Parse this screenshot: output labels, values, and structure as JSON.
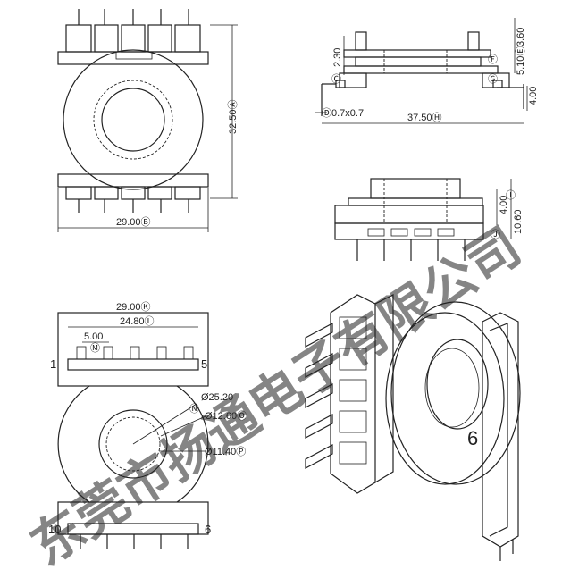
{
  "top_view": {
    "dim_height": "32.50Ⓐ",
    "dim_width": "29.00Ⓑ"
  },
  "side_view": {
    "dim_2_30": "2.30",
    "dim_3_60": "3.60",
    "dim_5_10": "5.10Ⓔ",
    "dim_4_00": "4.00",
    "dim_pin": "Ⓓ0.7x0.7",
    "dim_length": "37.50Ⓗ",
    "label_c": "Ⓒ",
    "label_f": "Ⓕ",
    "label_g": "Ⓖ"
  },
  "front_view": {
    "dim_4_00": "4.00",
    "dim_10_60": "10.60",
    "label_i": "Ⓘ",
    "label_j": "Ⓙ"
  },
  "bottom_view": {
    "dim_29_00": "29.00Ⓚ",
    "dim_24_80": "24.80Ⓛ",
    "dim_5_00": "5.00",
    "label_m": "Ⓜ",
    "dim_25_20": "Ø25.20",
    "dim_12_60": "Ø12.60Ⓞ",
    "dim_11_40": "Ø11.40Ⓟ",
    "label_n": "Ⓝ",
    "pin_1": "1",
    "pin_5": "5",
    "pin_6": "6",
    "pin_10": "10"
  },
  "iso_view": {
    "pin_label": "6"
  },
  "watermark": "东莞市扬通电子有限公司"
}
